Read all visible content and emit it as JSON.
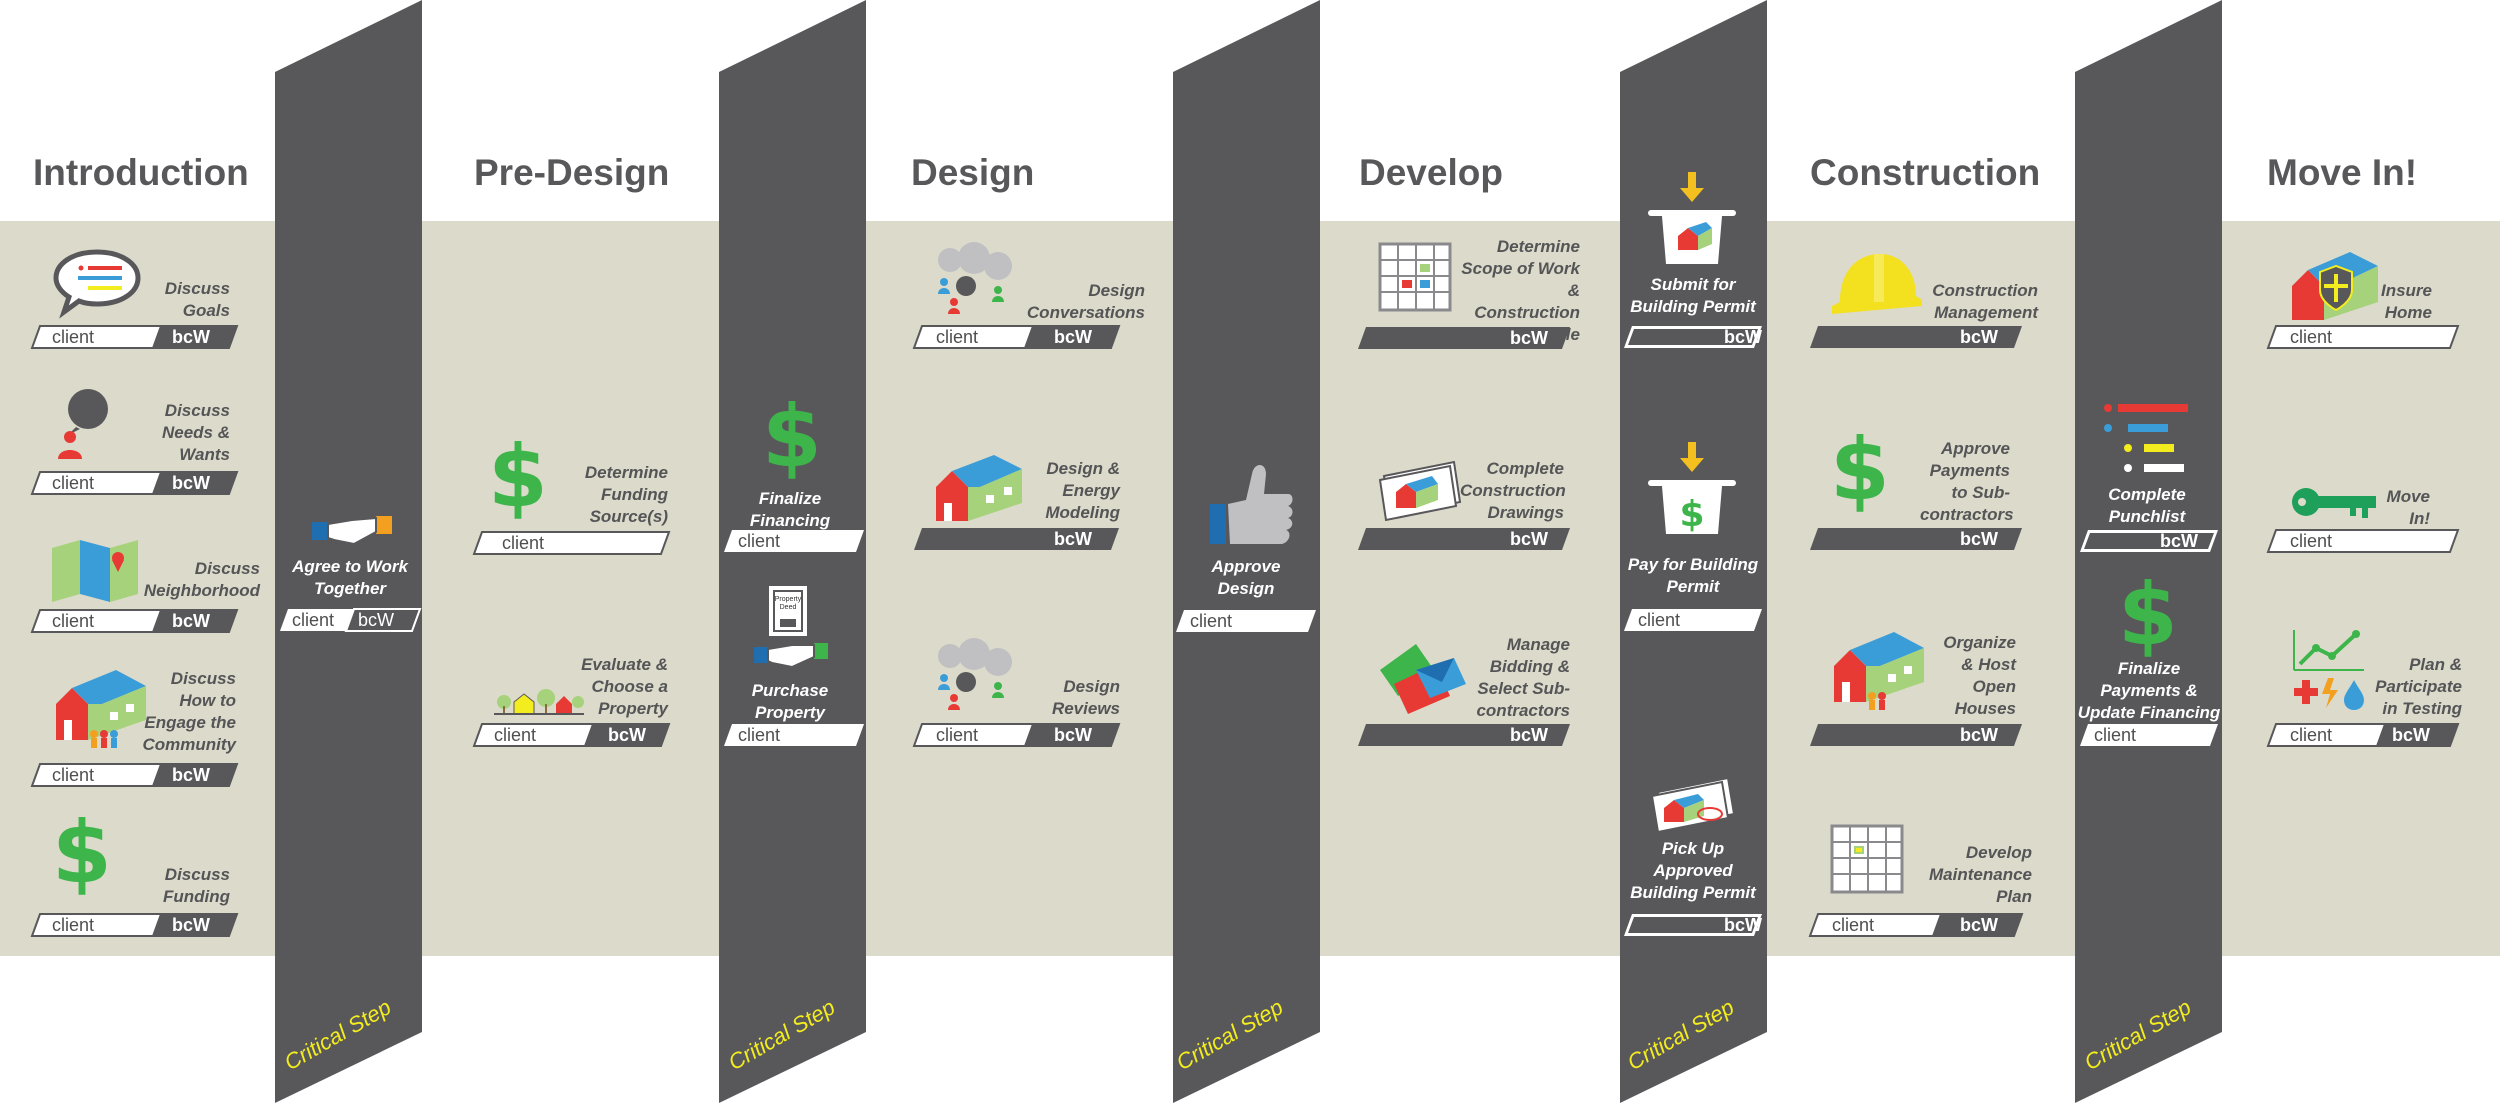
{
  "phases": [
    "Introduction",
    "Pre-Design",
    "Design",
    "Develop",
    "Construction",
    "Move In!"
  ],
  "tag_labels": {
    "client": "client",
    "bcw": "bcW"
  },
  "critical_step_label": "Critical Step",
  "introduction": {
    "discuss_goals": "Discuss\nGoals",
    "discuss_needs": "Discuss\nNeeds &\nWants",
    "discuss_neighborhood": "Discuss\nNeighborhood",
    "discuss_community": "Discuss\nHow to\nEngage the\nCommunity",
    "discuss_funding": "Discuss\nFunding"
  },
  "critical1": {
    "agree": "Agree to Work\nTogether"
  },
  "pre_design": {
    "determine_funding": "Determine\nFunding\nSource(s)",
    "evaluate_property": "Evaluate &\nChoose a\nProperty"
  },
  "critical2": {
    "finalize_financing": "Finalize\nFinancing",
    "purchase_property": "Purchase\nProperty",
    "deed_text": "Property\nDeed"
  },
  "design": {
    "design_conversations": "Design\nConversations",
    "energy_modeling": "Design &\nEnergy\nModeling",
    "design_reviews": "Design\nReviews"
  },
  "critical3": {
    "approve_design": "Approve\nDesign"
  },
  "develop": {
    "scope_schedule": "Determine\nScope of Work\n& Construction\nSchedule",
    "construction_drawings": "Complete\nConstruction\nDrawings",
    "manage_bidding": "Manage\nBidding &\nSelect Sub-\ncontractors"
  },
  "critical4": {
    "submit_permit": "Submit for\nBuilding Permit",
    "pay_permit": "Pay for Building\nPermit",
    "pickup_permit": "Pick Up\nApproved\nBuilding Permit"
  },
  "construction": {
    "construction_management": "Construction\nManagement",
    "approve_payments": "Approve\nPayments\nto Sub-\ncontractors",
    "open_houses": "Organize\n& Host\nOpen\nHouses",
    "maintenance_plan": "Develop\nMaintenance\nPlan"
  },
  "critical5": {
    "punchlist": "Complete\nPunchlist",
    "finalize_payments": "Finalize\nPayments &\nUpdate Financing"
  },
  "move_in": {
    "insure_home": "Insure\nHome",
    "move_in": "Move\nIn!",
    "plan_testing": "Plan &\nParticipate\nin Testing"
  },
  "colors": {
    "column": "#58585a",
    "band": "#dcdbcb",
    "green": "#3db54a",
    "yellow": "#f3ec1f",
    "red": "#e73a35",
    "blue": "#3b9dd8"
  },
  "icons": [
    "speech-bubble-icon",
    "person-icon",
    "map-icon",
    "house-icon",
    "dollar-icon",
    "handshake-icon",
    "trees-icon",
    "deed-icon",
    "clouds-people-icon",
    "thumbs-up-icon",
    "calendar-icon",
    "drawings-icon",
    "envelopes-icon",
    "permit-slot-icon",
    "hardhat-icon",
    "list-icon",
    "shield-house-icon",
    "key-icon",
    "testing-icon"
  ]
}
